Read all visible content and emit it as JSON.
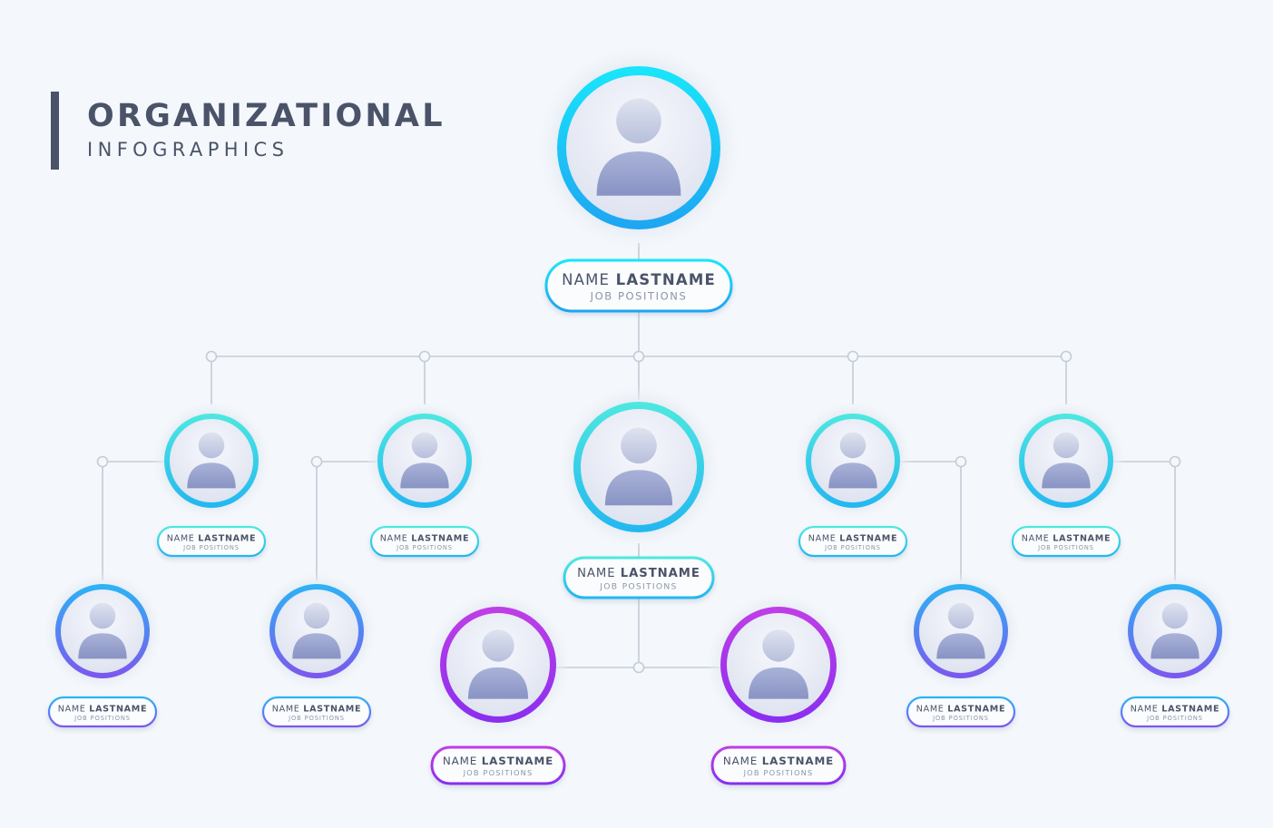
{
  "header": {
    "title": "ORGANIZATIONAL",
    "subtitle": "INFOGRAPHICS"
  },
  "diagram": {
    "connector_color": "#c4ccd6",
    "card_text_color": "#4a5368",
    "nodes": [
      {
        "id": "ceo",
        "first": "NAME",
        "last": "LASTNAME",
        "role": "JOB POSITIONS",
        "level": 0,
        "ring": "cyan"
      },
      {
        "id": "m1",
        "first": "NAME",
        "last": "LASTNAME",
        "role": "JOB POSITIONS",
        "level": 1,
        "ring": "teal"
      },
      {
        "id": "m2",
        "first": "NAME",
        "last": "LASTNAME",
        "role": "JOB POSITIONS",
        "level": 1,
        "ring": "teal"
      },
      {
        "id": "m3",
        "first": "NAME",
        "last": "LASTNAME",
        "role": "JOB POSITIONS",
        "level": 1,
        "ring": "teal"
      },
      {
        "id": "m4",
        "first": "NAME",
        "last": "LASTNAME",
        "role": "JOB POSITIONS",
        "level": 1,
        "ring": "teal"
      },
      {
        "id": "m5",
        "first": "NAME",
        "last": "LASTNAME",
        "role": "JOB POSITIONS",
        "level": 1,
        "ring": "teal"
      },
      {
        "id": "s1",
        "first": "NAME",
        "last": "LASTNAME",
        "role": "JOB POSITIONS",
        "level": 2,
        "ring": "blue"
      },
      {
        "id": "s2",
        "first": "NAME",
        "last": "LASTNAME",
        "role": "JOB POSITIONS",
        "level": 2,
        "ring": "blue"
      },
      {
        "id": "s3",
        "first": "NAME",
        "last": "LASTNAME",
        "role": "JOB POSITIONS",
        "level": 2,
        "ring": "purple"
      },
      {
        "id": "s4",
        "first": "NAME",
        "last": "LASTNAME",
        "role": "JOB POSITIONS",
        "level": 2,
        "ring": "purple"
      },
      {
        "id": "s5",
        "first": "NAME",
        "last": "LASTNAME",
        "role": "JOB POSITIONS",
        "level": 2,
        "ring": "blue"
      },
      {
        "id": "s6",
        "first": "NAME",
        "last": "LASTNAME",
        "role": "JOB POSITIONS",
        "level": 2,
        "ring": "blue"
      }
    ],
    "ring_colors": {
      "cyan": [
        "#19e6fb",
        "#1ea5f2"
      ],
      "teal": [
        "#4ee8e0",
        "#22b7f0"
      ],
      "blue": [
        "#2bb4f6",
        "#7d56ee"
      ],
      "purple": [
        "#c03ee6",
        "#8a2ef0"
      ]
    }
  }
}
